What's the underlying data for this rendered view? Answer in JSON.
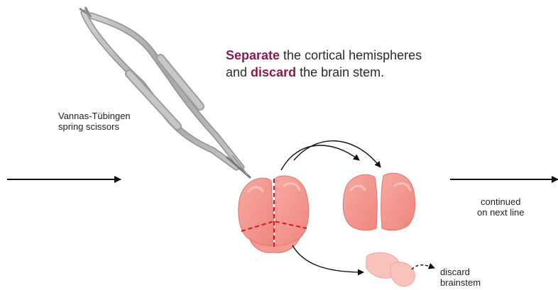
{
  "instruction": {
    "line1_bold": "Separate",
    "line1_rest": " the cortical hemispheres",
    "line2_pre": "and ",
    "line2_bold": "discard",
    "line2_rest": " the brain stem."
  },
  "labels": {
    "tool_line1": "Vannas-Tübingen",
    "tool_line2": "spring scissors",
    "continued_line1": "continued",
    "continued_line2": "on next line",
    "discard_line1": "discard",
    "discard_line2": "brainstem"
  },
  "colors": {
    "highlight": "#8b1a4e",
    "tissue_fill": "#f4928a",
    "tissue_light": "#f8c3bc",
    "cut_line": "#d0152a",
    "scissors": "#b4b4b4"
  }
}
